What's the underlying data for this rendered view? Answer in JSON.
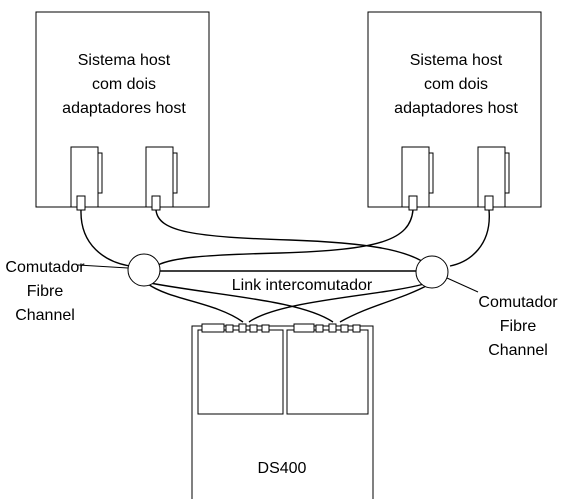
{
  "hosts": {
    "left": {
      "lines": [
        "Sistema host",
        "com dois",
        "adaptadores host"
      ]
    },
    "right": {
      "lines": [
        "Sistema host",
        "com dois",
        "adaptadores host"
      ]
    }
  },
  "switches": {
    "left": {
      "lines": [
        "Comutador",
        "Fibre",
        "Channel"
      ]
    },
    "right": {
      "lines": [
        "Comutador",
        "Fibre",
        "Channel"
      ]
    }
  },
  "isl_label": "Link intercomutador",
  "storage_label": "DS400"
}
